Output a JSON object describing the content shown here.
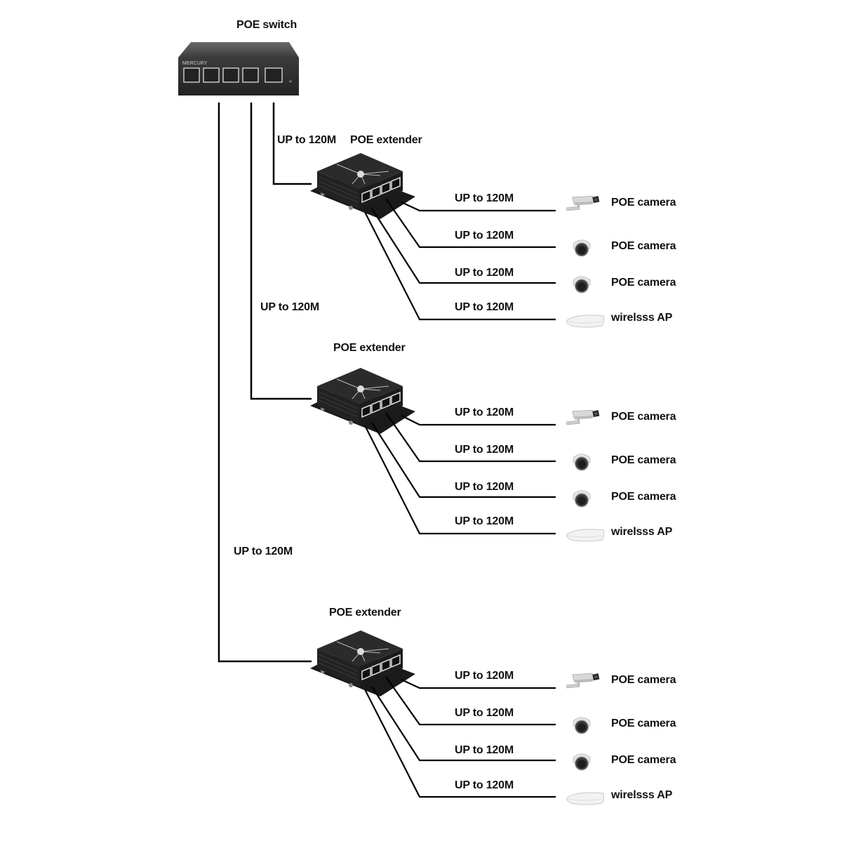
{
  "switch": {
    "title": "POE switch",
    "brand": "MERCURY",
    "port_count": 5
  },
  "link_label": "UP to 120M",
  "trunk_labels": [
    "UP to 120M",
    "UP to 120M",
    "UP to 120M"
  ],
  "extenders": [
    {
      "title": "POE extender",
      "outputs": [
        {
          "link": "UP to 120M",
          "device": "POE camera",
          "icon": "bullet-camera-icon"
        },
        {
          "link": "UP to 120M",
          "device": "POE camera",
          "icon": "dome-camera-icon"
        },
        {
          "link": "UP to 120M",
          "device": "POE camera",
          "icon": "dome-camera-icon"
        },
        {
          "link": "UP to 120M",
          "device": "wirelsss AP",
          "icon": "wireless-ap-icon"
        }
      ]
    },
    {
      "title": "POE extender",
      "outputs": [
        {
          "link": "UP to 120M",
          "device": "POE camera",
          "icon": "bullet-camera-icon"
        },
        {
          "link": "UP to 120M",
          "device": "POE camera",
          "icon": "dome-camera-icon"
        },
        {
          "link": "UP to 120M",
          "device": "POE camera",
          "icon": "dome-camera-icon"
        },
        {
          "link": "UP to 120M",
          "device": "wirelsss AP",
          "icon": "wireless-ap-icon"
        }
      ]
    },
    {
      "title": "POE extender",
      "outputs": [
        {
          "link": "UP to 120M",
          "device": "POE camera",
          "icon": "bullet-camera-icon"
        },
        {
          "link": "UP to 120M",
          "device": "POE camera",
          "icon": "dome-camera-icon"
        },
        {
          "link": "UP to 120M",
          "device": "POE camera",
          "icon": "dome-camera-icon"
        },
        {
          "link": "UP to 120M",
          "device": "wirelsss AP",
          "icon": "wireless-ap-icon"
        }
      ]
    }
  ]
}
